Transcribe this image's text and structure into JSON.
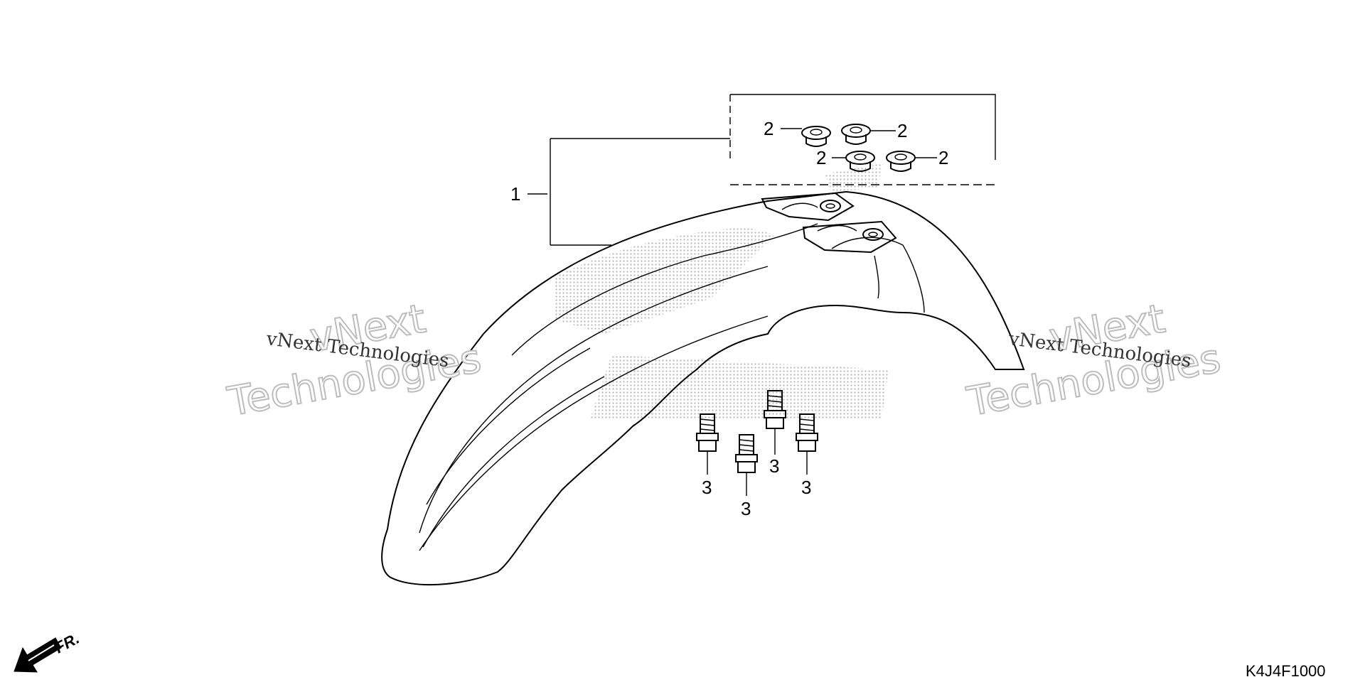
{
  "diagram": {
    "callouts": {
      "part_1": "1",
      "part_2": "2",
      "part_3": "3"
    },
    "watermark": {
      "big_line1": "vNext",
      "big_line2": "Technologies",
      "small": "vNext Technologies"
    },
    "front_indicator": "FR.",
    "diagram_code": "K4J4F1000"
  }
}
